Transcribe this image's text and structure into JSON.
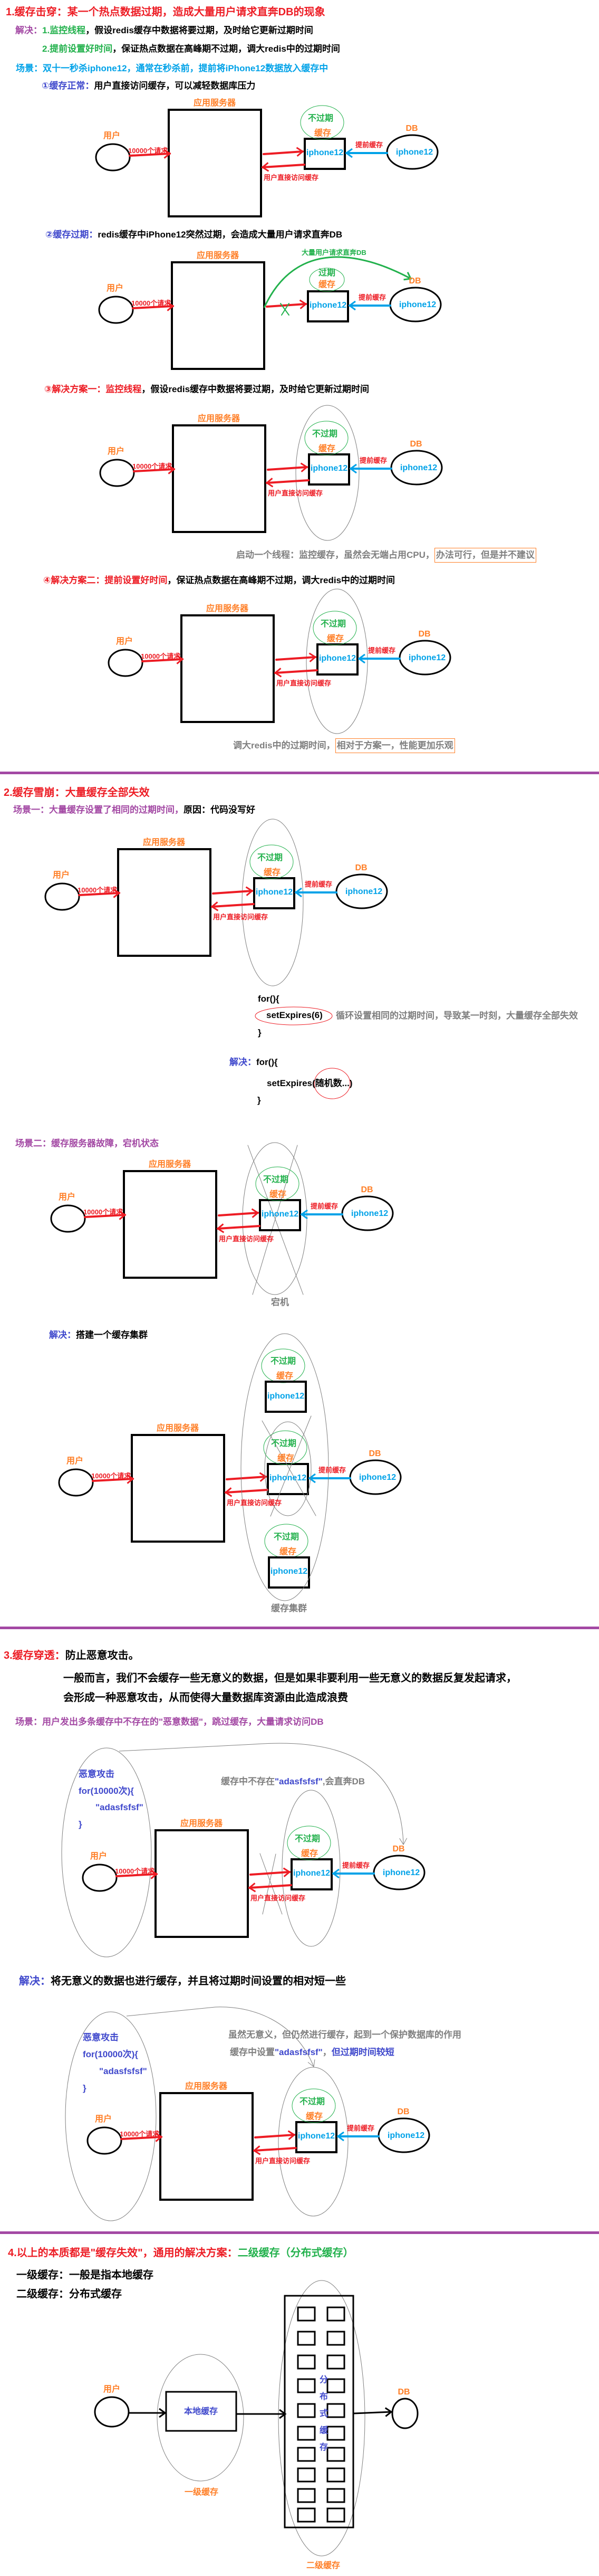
{
  "colors": {
    "red": "#ED1C24",
    "orange": "#FF7F27",
    "green": "#22B14C",
    "blue": "#00A2E8",
    "purple": "#A349A4",
    "indigo": "#3F48CC",
    "gray": "#7F7F7F",
    "black": "#000000"
  },
  "section1": {
    "title": "1.缓存击穿：某一个热点数据过期，造成大量用户请求直奔DB的现象",
    "solution_label": "解决：",
    "solution1_highlight": "1.监控线程",
    "solution1_text": "，假设redis缓存中数据将要过期，及时给它更新过期时间",
    "solution2_highlight": "2.提前设置好时间",
    "solution2_text": "，保证热点数据在高峰期不过期，调大redis中的过期时间",
    "scene": "场景：双十一秒杀iphone12，通常在秒杀前，提前将iPhone12数据放入缓存中",
    "step1": {
      "label": "①缓存正常：",
      "text": "用户直接访问缓存，可以减轻数据库压力"
    },
    "step2": {
      "label": "②缓存过期：",
      "text": "redis缓存中iPhone12突然过期，会造成大量用户请求直奔DB"
    },
    "step3": {
      "label": "③解决方案一：",
      "highlight": "监控线程",
      "text": "，假设redis缓存中数据将要过期，及时给它更新过期时间",
      "note": "启动一个线程：监控缓存，虽然会无端占用CPU，",
      "note_boxed": "办法可行，但是并不建议"
    },
    "step4": {
      "label": "④解决方案二：",
      "highlight": "提前设置好时间",
      "text": "，保证热点数据在高峰期不过期，调大redis中的过期时间",
      "note": "调大redis中的过期时间，",
      "note_boxed": "相对于方案一，性能更加乐观"
    }
  },
  "section2": {
    "title": "2.缓存雪崩：大量缓存全部失效",
    "scene1": {
      "label": "场景一：大量缓存设置了相同的过期时间，",
      "reason": "原因：代码没写好"
    },
    "code_problem": {
      "open": "for(){",
      "call": "setExpires(6)",
      "close": "}",
      "note": "循环设置相同的过期时间，导致某一时刻，大量缓存全部失效"
    },
    "code_fix": {
      "label": "解决：",
      "open": "for(){",
      "call_prefix": "setExpires(",
      "call_arg": "随机数...)",
      "close": "}"
    },
    "scene2": "场景二：缓存服务器故障，宕机状态",
    "down_label": "宕机",
    "solution": {
      "label": "解决：",
      "text": "搭建一个缓存集群"
    },
    "cluster_label": "缓存集群"
  },
  "section3": {
    "title_label": "3.缓存穿透：",
    "title_text": "防止恶意攻击。",
    "desc": [
      "一般而言，我们不会缓存一些无意义的数据，但是如果非要利用一些无意义的数据反复发起请求，",
      "会形成一种恶意攻击，从而使得大量数据库资源由此造成浪费"
    ],
    "scene": "场景：用户发出多条缓存中不存在的\"恶意数据\"，跳过缓存，大量请求访问DB",
    "attack_blocks": [
      [
        "恶意攻击",
        "for(10000次){",
        "\"adasfsfsf\"",
        "}"
      ],
      [
        "恶意攻击",
        "for(10000次){",
        "\"adasfsfsf\"",
        "}"
      ]
    ],
    "miss_note": {
      "a": "缓存中不存在",
      "b": "\"adasfsfsf\"",
      "c": ",会直奔DB"
    },
    "solution": {
      "label": "解决：",
      "text": "将无意义的数据也进行缓存，并且将过期时间设置的相对短一些"
    },
    "fix_note1": "虽然无意义，但仍然进行缓存，起到一个保护数据库的作用",
    "fix_note2": {
      "a": "缓存中设置",
      "b": "\"adasfsfsf\"",
      "c": "，",
      "d": "但过期时间较短"
    }
  },
  "section4": {
    "title_a": "4.以上的本质都是\"缓存失效\"，通用的解决方案：",
    "title_b": "二级缓存（分布式缓存）",
    "level1": "一级缓存：一般是指本地缓存",
    "level2": "二级缓存：分布式缓存",
    "diagram": {
      "user": "用户",
      "local_cache": "本地缓存",
      "distributed_cache": "分布式缓存",
      "db": "DB",
      "level1_label": "一级缓存",
      "level2_label": "二级缓存"
    }
  },
  "diagrams": [
    {
      "server": "应用服务器",
      "user": "用户",
      "requests": "10000个请求",
      "cache_status": "不过期",
      "cache": "缓存",
      "cache_item": "iphone12",
      "db": "DB",
      "db_item": "iphone12",
      "preload": "提前缓存",
      "response": "用户直接访问缓存"
    },
    {
      "server": "应用服务器",
      "user": "用户",
      "requests": "10000个请求",
      "cache_status": "过期",
      "cache": "缓存",
      "cache_item": "iphone12",
      "db": "DB",
      "db_item": "iphone12",
      "preload": "提前缓存",
      "rush_db": "大量用户请求直奔DB"
    },
    {
      "server": "应用服务器",
      "user": "用户",
      "requests": "10000个请求",
      "cache_status": "不过期",
      "cache": "缓存",
      "cache_item": "iphone12",
      "db": "DB",
      "db_item": "iphone12",
      "preload": "提前缓存",
      "response": "用户直接访问缓存"
    },
    {
      "server": "应用服务器",
      "user": "用户",
      "requests": "10000个请求",
      "cache_status": "不过期",
      "cache": "缓存",
      "cache_item": "iphone12",
      "db": "DB",
      "db_item": "iphone12",
      "preload": "提前缓存",
      "response": "用户直接访问缓存"
    },
    {
      "server": "应用服务器",
      "user": "用户",
      "requests": "10000个请求",
      "cache_status": "不过期",
      "cache": "缓存",
      "cache_item": "iphone12",
      "db": "DB",
      "db_item": "iphone12",
      "preload": "提前缓存",
      "response": "用户直接访问缓存"
    },
    {
      "server": "应用服务器",
      "user": "用户",
      "requests": "10000个请求",
      "cache_status": "不过期",
      "cache": "缓存",
      "cache_item": "iphone12",
      "db": "DB",
      "db_item": "iphone12",
      "preload": "提前缓存",
      "response": "用户直接访问缓存"
    },
    {
      "server": "应用服务器",
      "user": "用户",
      "requests": "10000个请求",
      "cache_status": "不过期",
      "cache": "缓存",
      "cache_item": "iphone12",
      "db": "DB",
      "db_item": "iphone12",
      "preload": "提前缓存",
      "response": "用户直接访问缓存",
      "extra_nodes": [
        {
          "cache_status": "不过期",
          "cache": "缓存",
          "cache_item": "iphone12"
        },
        {
          "cache_status": "不过期",
          "cache": "缓存",
          "cache_item": "iphone12"
        }
      ]
    },
    {
      "server": "应用服务器",
      "user": "用户",
      "requests": "10000个请求",
      "cache_status": "不过期",
      "cache": "缓存",
      "cache_item": "iphone12",
      "db": "DB",
      "db_item": "iphone12",
      "preload": "提前缓存",
      "response": "用户直接访问缓存"
    },
    {
      "server": "应用服务器",
      "user": "用户",
      "requests": "10000个请求",
      "cache_status": "不过期",
      "cache": "缓存",
      "cache_item": "iphone12",
      "db": "DB",
      "db_item": "iphone12",
      "preload": "提前缓存",
      "response": "用户直接访问缓存"
    }
  ]
}
